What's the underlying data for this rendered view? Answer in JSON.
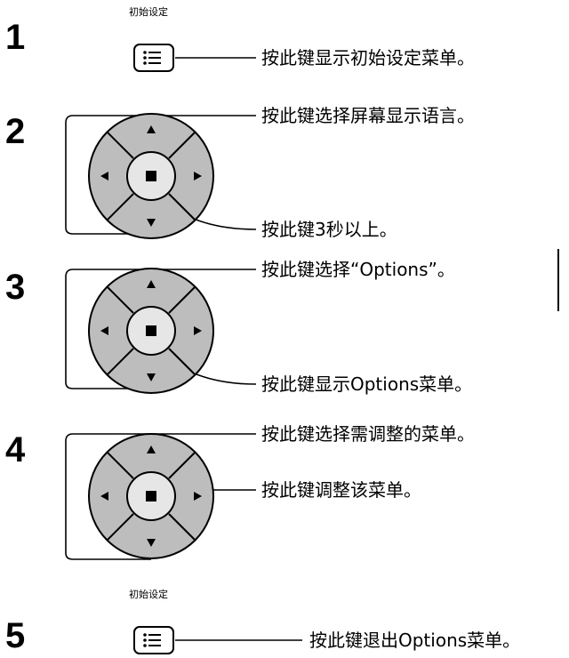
{
  "steps": [
    {
      "number": "1",
      "button_caption": "初始设定",
      "icon": "menu-list-icon",
      "notes": [
        "按此键显示初始设定菜单。"
      ]
    },
    {
      "number": "2",
      "icon": "direction-pad-icon",
      "notes": [
        "按此键选择屏幕显示语言。",
        "按此键3秒以上。"
      ]
    },
    {
      "number": "3",
      "icon": "direction-pad-icon",
      "notes": [
        "按此键选择“Options”。",
        "按此键显示Options菜单。"
      ]
    },
    {
      "number": "4",
      "icon": "direction-pad-icon",
      "notes": [
        "按此键选择需调整的菜单。",
        "按此键调整该菜单。"
      ]
    },
    {
      "number": "5",
      "button_caption": "初始设定",
      "icon": "menu-list-icon",
      "notes": [
        "按此键退出Options菜单。"
      ]
    }
  ],
  "colors": {
    "pad_outer": "#bdbdbd",
    "pad_center": "#e6e6e6",
    "ink": "#000000"
  }
}
